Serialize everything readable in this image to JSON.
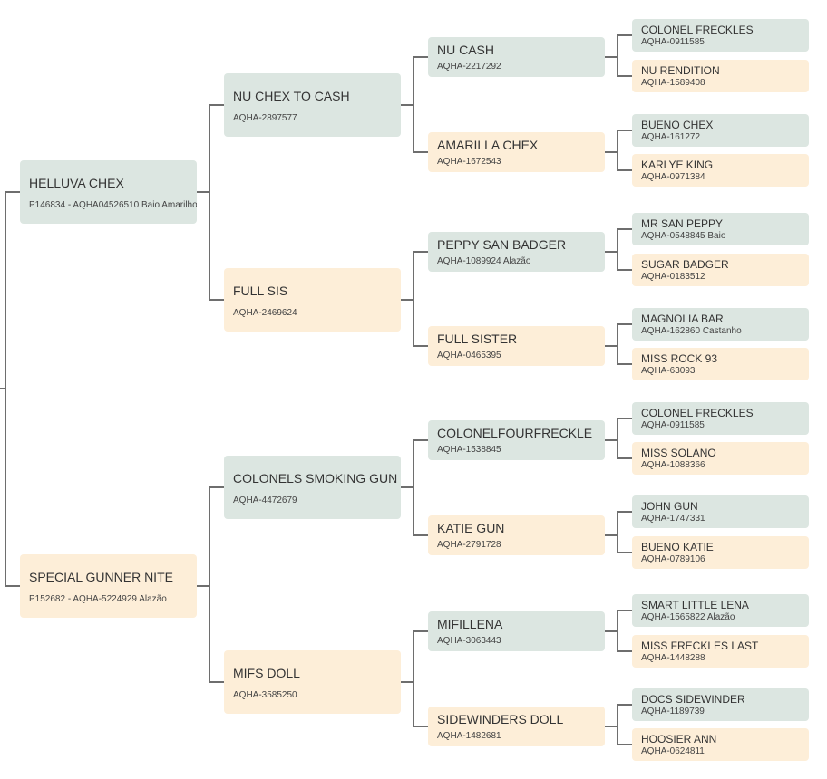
{
  "pedigree": {
    "sire": {
      "name": "HELLUVA CHEX",
      "reg": "P146834 - AQHA04526510 Baio Amarilho",
      "sire": {
        "name": "NU CHEX TO CASH",
        "reg": "AQHA-2897577",
        "sire": {
          "name": "NU CASH",
          "reg": "AQHA-2217292",
          "sire": {
            "name": "COLONEL FRECKLES",
            "reg": "AQHA-0911585"
          },
          "dam": {
            "name": "NU RENDITION",
            "reg": "AQHA-1589408"
          }
        },
        "dam": {
          "name": "AMARILLA CHEX",
          "reg": "AQHA-1672543",
          "sire": {
            "name": "BUENO CHEX",
            "reg": "AQHA-161272"
          },
          "dam": {
            "name": "KARLYE KING",
            "reg": "AQHA-0971384"
          }
        }
      },
      "dam": {
        "name": "FULL SIS",
        "reg": "AQHA-2469624",
        "sire": {
          "name": "PEPPY SAN BADGER",
          "reg": "AQHA-1089924 Alazão",
          "sire": {
            "name": "MR SAN PEPPY",
            "reg": "AQHA-0548845 Baio"
          },
          "dam": {
            "name": "SUGAR BADGER",
            "reg": "AQHA-0183512"
          }
        },
        "dam": {
          "name": "FULL SISTER",
          "reg": "AQHA-0465395",
          "sire": {
            "name": "MAGNOLIA BAR",
            "reg": "AQHA-162860 Castanho"
          },
          "dam": {
            "name": "MISS ROCK 93",
            "reg": "AQHA-63093"
          }
        }
      }
    },
    "dam": {
      "name": "SPECIAL GUNNER NITE",
      "reg": "P152682 - AQHA-5224929 Alazão",
      "sire": {
        "name": "COLONELS SMOKING GUN",
        "reg": "AQHA-4472679",
        "sire": {
          "name": "COLONELFOURFRECKLE",
          "reg": "AQHA-1538845",
          "sire": {
            "name": "COLONEL FRECKLES",
            "reg": "AQHA-0911585"
          },
          "dam": {
            "name": "MISS SOLANO",
            "reg": "AQHA-1088366"
          }
        },
        "dam": {
          "name": "KATIE GUN",
          "reg": "AQHA-2791728",
          "sire": {
            "name": "JOHN GUN",
            "reg": "AQHA-1747331"
          },
          "dam": {
            "name": "BUENO KATIE",
            "reg": "AQHA-0789106"
          }
        }
      },
      "dam": {
        "name": "MIFS DOLL",
        "reg": "AQHA-3585250",
        "sire": {
          "name": "MIFILLENA",
          "reg": "AQHA-3063443",
          "sire": {
            "name": "SMART LITTLE LENA",
            "reg": "AQHA-1565822 Alazão"
          },
          "dam": {
            "name": "MISS FRECKLES LAST",
            "reg": "AQHA-1448288"
          }
        },
        "dam": {
          "name": "SIDEWINDERS DOLL",
          "reg": "AQHA-1482681",
          "sire": {
            "name": "DOCS SIDEWINDER",
            "reg": "AQHA-1189739"
          },
          "dam": {
            "name": "HOOSIER ANN",
            "reg": "AQHA-0624811"
          }
        }
      }
    }
  },
  "colors": {
    "sire_box": "#dce6e1",
    "dam_box": "#fdeed8",
    "connector": "#6e6e6e"
  }
}
